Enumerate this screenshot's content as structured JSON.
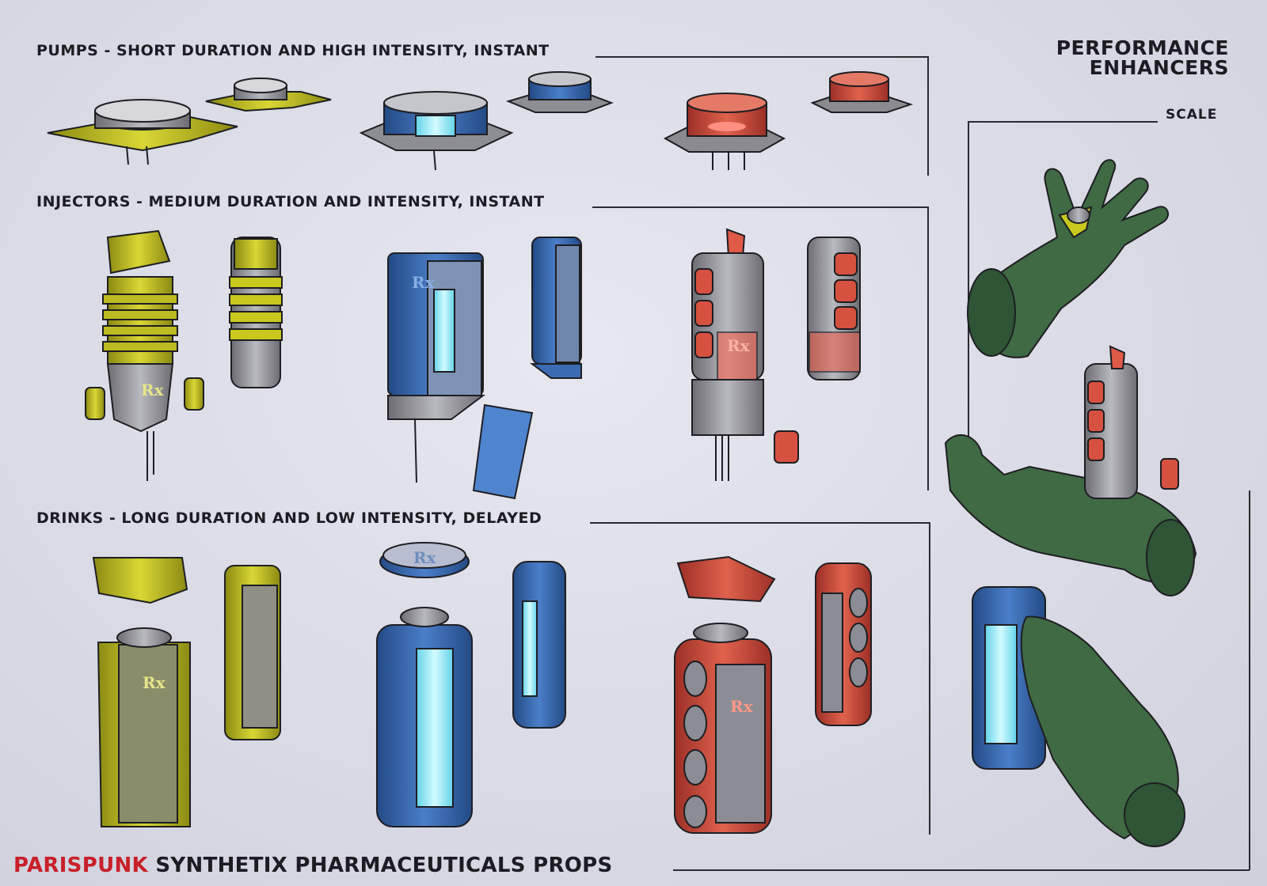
{
  "header": {
    "title_line1": "PERFORMANCE",
    "title_line2": "ENHANCERS",
    "scale_label": "SCALE"
  },
  "sections": {
    "pumps": "PUMPS - SHORT DURATION AND HIGH INTENSITY, INSTANT",
    "injectors": "INJECTORS - MEDIUM DURATION AND INTENSITY, INSTANT",
    "drinks": "DRINKS - LONG DURATION AND LOW INTENSITY, DELAYED"
  },
  "footer": {
    "brand": "PARISPUNK",
    "title": "SYNTHETIX PHARMACEUTICALS PROPS"
  },
  "icons": {
    "rx_symbol": "Rx",
    "variants": [
      "yellow-prop",
      "blue-prop",
      "red-prop",
      "hand-scale-reference"
    ]
  },
  "colors": {
    "background": "#dcdde7",
    "yellow": "#c9c81e",
    "blue": "#2f62a8",
    "glow": "#7fe3f5",
    "red": "#d6513f",
    "hand": "#3f6a44",
    "brand_red": "#c8202a"
  }
}
